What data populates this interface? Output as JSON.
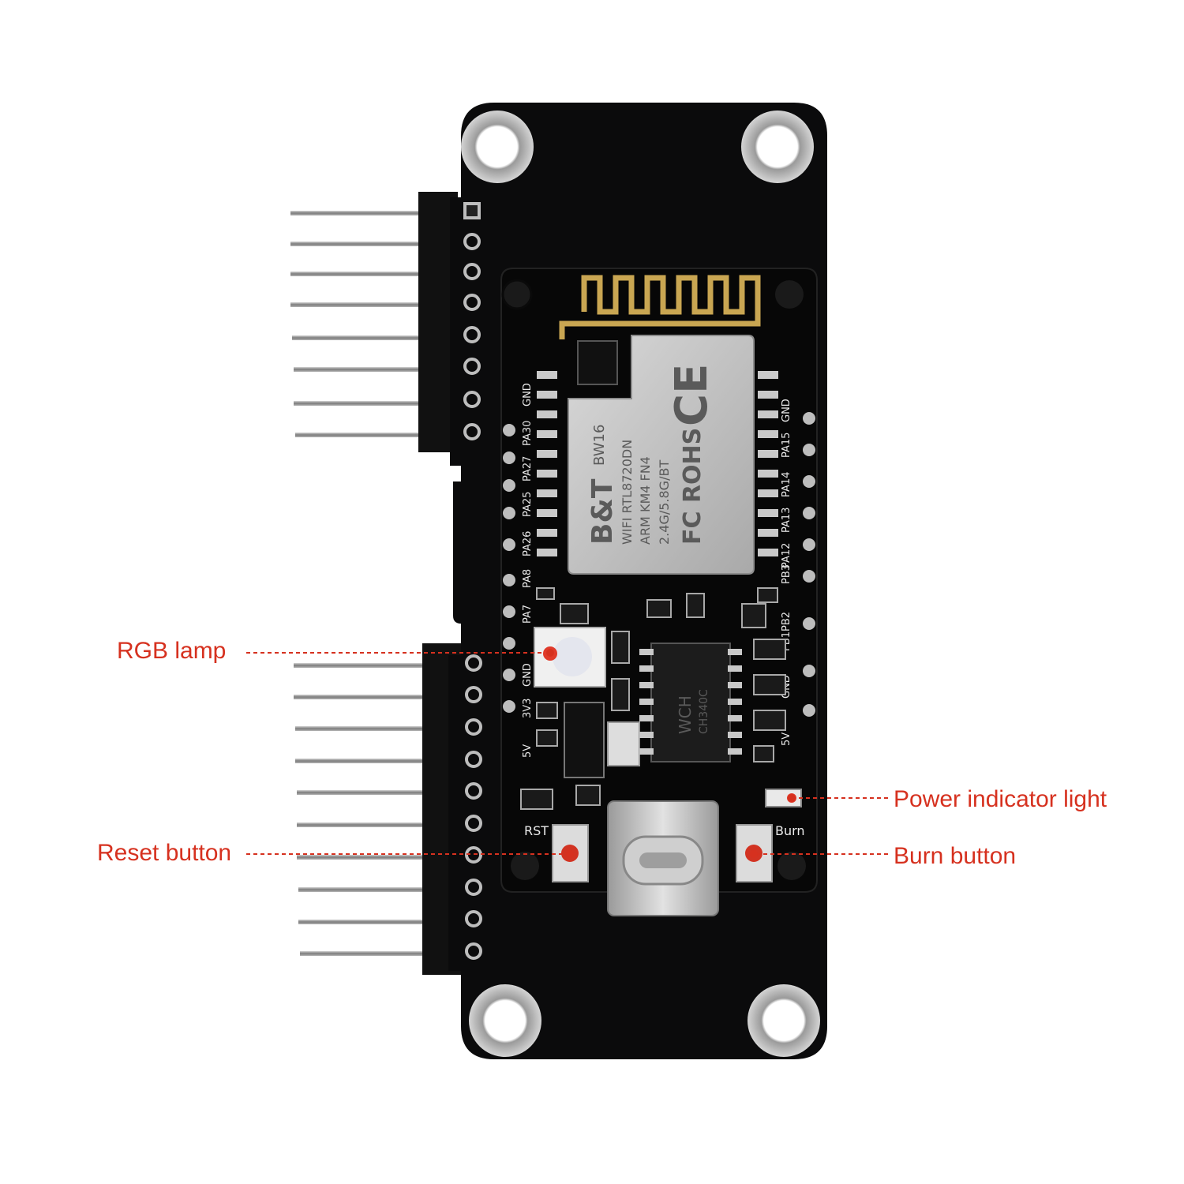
{
  "callouts": {
    "rgb_lamp": "RGB  lamp",
    "reset_button": "Reset button",
    "power_indicator": "Power indicator light",
    "burn_button": "Burn button"
  },
  "board": {
    "rst_label": "RST",
    "burn_label": "Burn",
    "left_pins": [
      "GND",
      "PA30",
      "PA27",
      "PA25",
      "PA26",
      "PA8",
      "PA7",
      "GND",
      "3V3",
      "5V"
    ],
    "right_pins": [
      "GND",
      "PA15",
      "PA14",
      "PA13",
      "PA12",
      "PB3",
      "PB1PB2",
      "GND",
      "5V"
    ],
    "module": {
      "brand": "B&T",
      "model": "BW16",
      "line1": "WIFI RTL8720DN",
      "line2": "ARM KM4 FN4",
      "line3": "2.4G/5.8G/BT",
      "cert_ce": "CE",
      "cert_fc": "FC ROHS"
    },
    "usb_chip": {
      "line1": "WCH",
      "line2": "CH340C"
    }
  },
  "colors": {
    "callout": "#d6311f",
    "pcb": "#0b0b0c",
    "pad_silver": "#bdbdbd",
    "gold": "#c9a652",
    "header_pin": "#8c8c8c",
    "rgb_led_dot": "#e03a2a"
  }
}
